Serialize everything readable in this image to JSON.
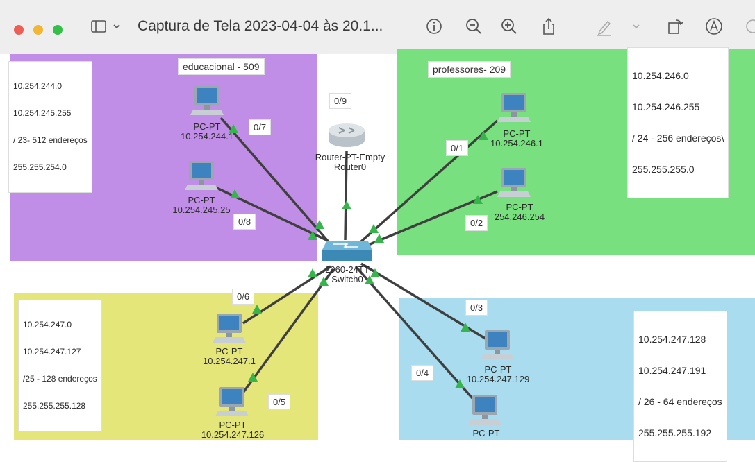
{
  "window": {
    "title": "Captura de Tela 2023-04-04 às 20.1...",
    "lights": [
      "#ec5f56",
      "#f2b632",
      "#33bf48"
    ],
    "icons": [
      "sidebar-icon",
      "chevron-down-icon",
      "info-icon",
      "zoom-out-icon",
      "zoom-in-icon",
      "share-icon",
      "markup-pen-icon",
      "chevron-down-icon",
      "rotate-icon",
      "annotate-icon"
    ]
  },
  "areas": {
    "educacional": {
      "label": "educacional - 509",
      "color": "#c08ee6",
      "info": [
        "10.254.244.0",
        "10.254.245.255",
        "/ 23- 512 endereços",
        "255.255.254.0"
      ]
    },
    "professores": {
      "label": "professores- 209",
      "color": "#78e07e",
      "info": [
        "10.254.246.0",
        "10.254.246.255",
        "/ 24 - 256 endereços\\",
        "255.255.255.0"
      ]
    },
    "yellow": {
      "color": "#e4e67a",
      "info": [
        "10.254.247.0",
        "10.254.247.127",
        "/25 - 128 endereços",
        "255.255.255.128"
      ]
    },
    "blue": {
      "color": "#a8dcee",
      "info": [
        "10.254.247.128",
        "10.254.247.191",
        "/ 26 - 64 endereços",
        "255.255.255.192"
      ]
    }
  },
  "router": {
    "type": "Router-PT-Empty",
    "name": "Router0",
    "port": "0/9"
  },
  "switch": {
    "type": "2960-24TT",
    "name": "Switch0"
  },
  "devices": [
    {
      "type": "PC-PT",
      "ip": "10.254.244.1",
      "port": "0/7"
    },
    {
      "type": "PC-PT",
      "ip": "10.254.245.25",
      "port": "0/8"
    },
    {
      "type": "PC-PT",
      "ip": "10.254.246.1",
      "port": "0/1"
    },
    {
      "type": "PC-PT",
      "ip": "254.246.254",
      "port": "0/2"
    },
    {
      "type": "PC-PT",
      "ip": "10.254.247.1",
      "port": "0/6"
    },
    {
      "type": "PC-PT",
      "ip": "10.254.247.126",
      "port": "0/5"
    },
    {
      "type": "PC-PT",
      "ip": "10.254.247.129",
      "port": "0/3"
    },
    {
      "type": "PC-PT",
      "ip": "",
      "port": "0/4"
    }
  ],
  "colors": {
    "link": "#3f3f3f",
    "link_light": "#35b54a",
    "pc_screen": "#3d83c0"
  }
}
